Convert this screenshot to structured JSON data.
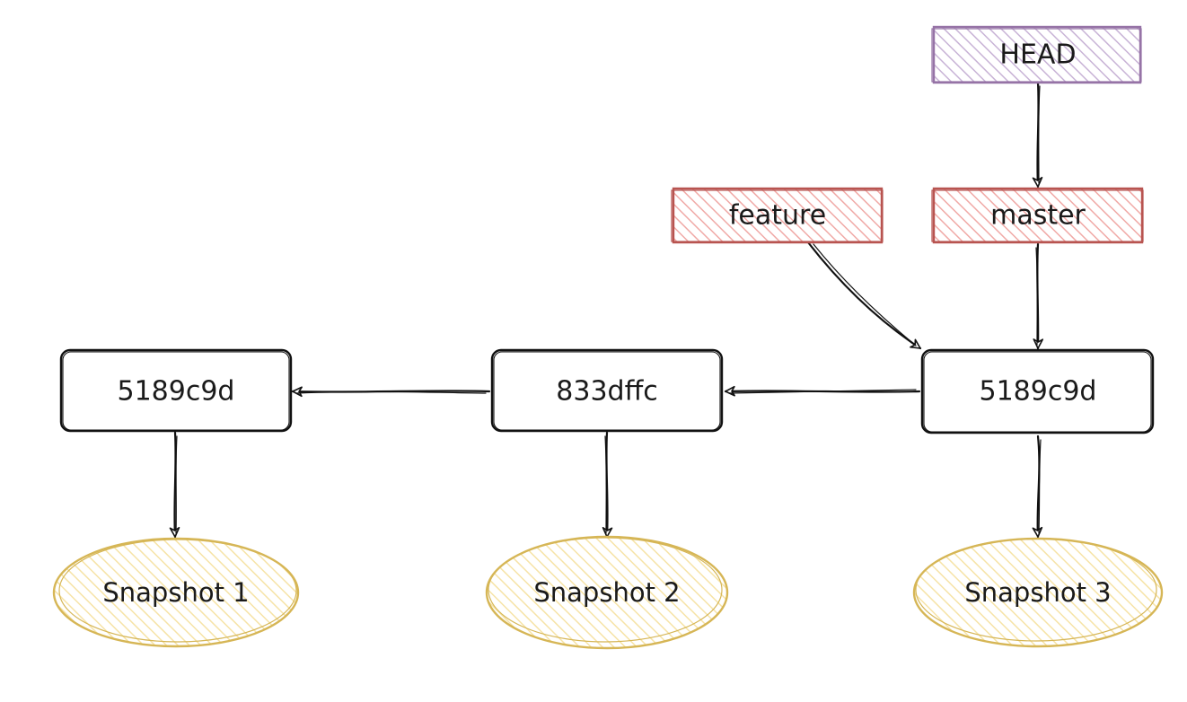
{
  "head": {
    "label": "HEAD"
  },
  "branches": {
    "feature": {
      "label": "feature"
    },
    "master": {
      "label": "master"
    }
  },
  "commits": [
    {
      "id": "c1",
      "label": "5189c9d"
    },
    {
      "id": "c2",
      "label": "833dffc"
    },
    {
      "id": "c3",
      "label": "5189c9d"
    }
  ],
  "snapshots": [
    {
      "label": "Snapshot 1"
    },
    {
      "label": "Snapshot 2"
    },
    {
      "label": "Snapshot 3"
    }
  ],
  "colors": {
    "head_stroke": "#9673a6",
    "head_fill": "#e1d5e7",
    "branch_stroke": "#b85450",
    "branch_fill": "#f8cecc",
    "commit_stroke": "#000000",
    "snapshot_stroke": "#d6b656",
    "snapshot_fill": "#fff2cc"
  }
}
